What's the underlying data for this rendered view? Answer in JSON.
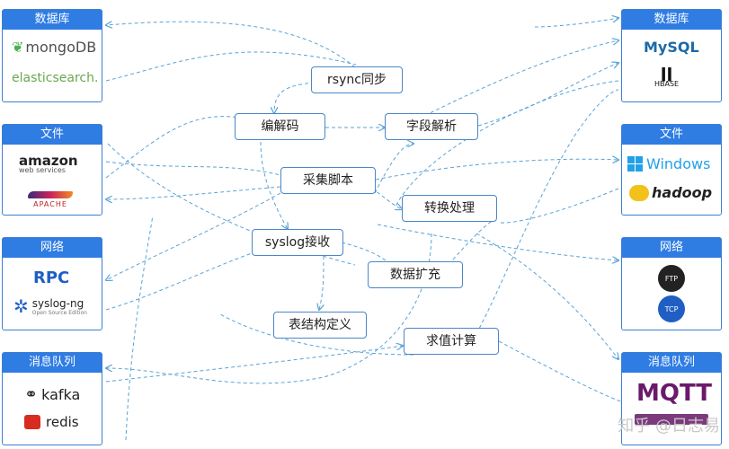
{
  "left_panels": [
    {
      "title": "数据库",
      "logos": [
        "mongoDB",
        "elasticsearch."
      ]
    },
    {
      "title": "文件",
      "logos": [
        "amazon",
        "web services",
        "APACHE"
      ]
    },
    {
      "title": "网络",
      "logos": [
        "RPC",
        "syslog-ng",
        "Open Source Edition"
      ]
    },
    {
      "title": "消息队列",
      "logos": [
        "kafka",
        "redis"
      ]
    }
  ],
  "right_panels": [
    {
      "title": "数据库",
      "logos": [
        "MySQL",
        "HBASE"
      ]
    },
    {
      "title": "文件",
      "logos": [
        "Windows",
        "hadoop"
      ]
    },
    {
      "title": "网络",
      "logos": [
        "FTP",
        "TCP"
      ]
    },
    {
      "title": "消息队列",
      "logos": [
        "MQTT"
      ]
    }
  ],
  "nodes": {
    "rsync": "rsync同步",
    "codec": "编解码",
    "field_parse": "字段解析",
    "collect_script": "采集脚本",
    "convert": "转换处理",
    "syslog": "syslog接收",
    "data_expand": "数据扩充",
    "table_def": "表结构定义",
    "compute": "求值计算"
  },
  "watermark": "知乎 @日志易",
  "colors": {
    "header": "#2f7ce3",
    "line": "#5aa3d6"
  }
}
